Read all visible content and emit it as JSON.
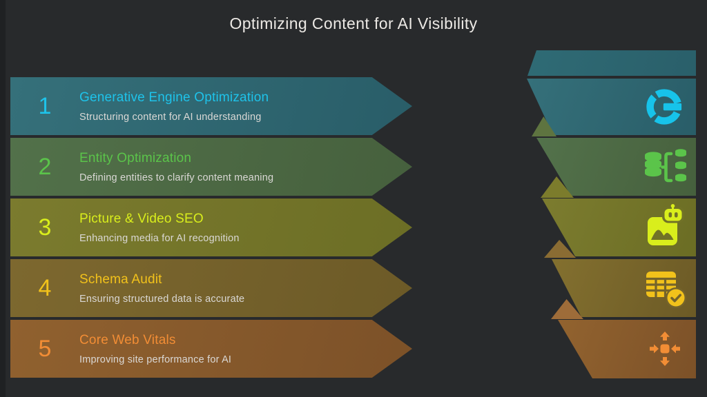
{
  "header": {
    "title": "Optimizing Content for AI Visibility"
  },
  "background_color": "#282a2c",
  "steps": [
    {
      "number": "1",
      "title": "Generative Engine Optimization",
      "description": "Structuring content for AI understanding",
      "accent_color": "#1ec3ea",
      "band_color": "#2f6b74",
      "icon": "google-g-icon"
    },
    {
      "number": "2",
      "title": "Entity Optimization",
      "description": "Defining entities to clarify content meaning",
      "accent_color": "#5bc44a",
      "band_color": "#4e6b44",
      "icon": "entity-database-icon"
    },
    {
      "number": "3",
      "title": "Picture & Video SEO",
      "description": "Enhancing media for AI recognition",
      "accent_color": "#d9ee1c",
      "band_color": "#74752a",
      "icon": "image-robot-icon"
    },
    {
      "number": "4",
      "title": "Schema Audit",
      "description": "Ensuring structured data is accurate",
      "accent_color": "#f2c21b",
      "band_color": "#77652c",
      "icon": "schema-table-check-icon"
    },
    {
      "number": "5",
      "title": "Core Web Vitals",
      "description": "Improving site performance for AI",
      "accent_color": "#f28d35",
      "band_color": "#8a5c2e",
      "icon": "move-arrows-icon"
    }
  ]
}
